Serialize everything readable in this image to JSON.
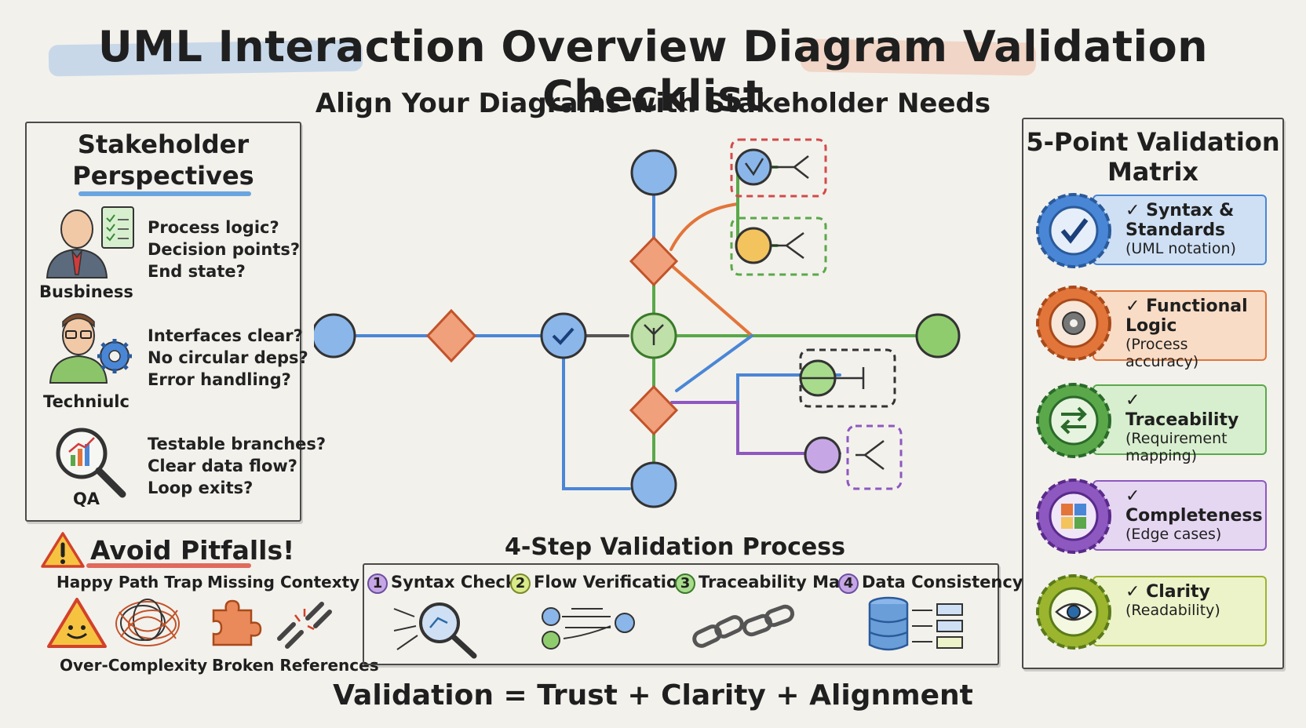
{
  "header": {
    "title": "UML Interaction Overview Diagram Validation Checklist",
    "subtitle": "Align Your Diagrams with Stakeholder Needs"
  },
  "stakeholders": {
    "heading": "Stakeholder Perspectives",
    "groups": [
      {
        "role": "Busbiness",
        "questions": [
          "Process logic?",
          "Decision points?",
          "End state?"
        ],
        "icon": "businessman-icon"
      },
      {
        "role": "Techniulc",
        "questions": [
          "Interfaces clear?",
          "No circular deps?",
          "Error handling?"
        ],
        "icon": "developer-gear-icon"
      },
      {
        "role": "QA",
        "questions": [
          "Testable branches?",
          "Clear data flow?",
          "Loop exits?"
        ],
        "icon": "magnifier-chart-icon"
      }
    ]
  },
  "matrix": {
    "heading": "5-Point Validation Matrix",
    "items": [
      {
        "title": "✓ Syntax & Standards",
        "sub": "(UML notation)",
        "color": "#4a86d6",
        "fill": "#cfe0f5",
        "icon": "check-badge-icon"
      },
      {
        "title": "✓ Functional Logic",
        "sub": "(Process accuracy)",
        "color": "#e2753a",
        "fill": "#f8dcc6",
        "icon": "gear-badge-icon"
      },
      {
        "title": "✓ Traceability",
        "sub": "(Requirement mapping)",
        "color": "#5aa84a",
        "fill": "#d8efcf",
        "icon": "arrows-badge-icon"
      },
      {
        "title": "✓ Completeness",
        "sub": "(Edge cases)",
        "color": "#8d58c0",
        "fill": "#e5d6f2",
        "icon": "puzzle-badge-icon"
      },
      {
        "title": "✓ Clarity",
        "sub": "(Readability)",
        "color": "#9bb52e",
        "fill": "#edf3c9",
        "icon": "eye-badge-icon"
      }
    ]
  },
  "pitfalls": {
    "heading": "Avoid Pitfalls!",
    "items": [
      "Happy Path Trap",
      "Missing Contexty",
      "Over-Complexity",
      "Broken References"
    ]
  },
  "process": {
    "heading": "4-Step Validation Process",
    "steps": [
      {
        "num": "1",
        "label": "Syntax Check"
      },
      {
        "num": "2",
        "label": "Flow Verification"
      },
      {
        "num": "3",
        "label": "Traceability Map"
      },
      {
        "num": "4",
        "label": "Data Consistency"
      }
    ]
  },
  "footer": "Validation = Trust + Clarity + Alignment",
  "colors": {
    "blue": "#4a86d6",
    "orange": "#e2753a",
    "green": "#5aa84a",
    "purple": "#8d58c0",
    "lime": "#9bb52e"
  }
}
